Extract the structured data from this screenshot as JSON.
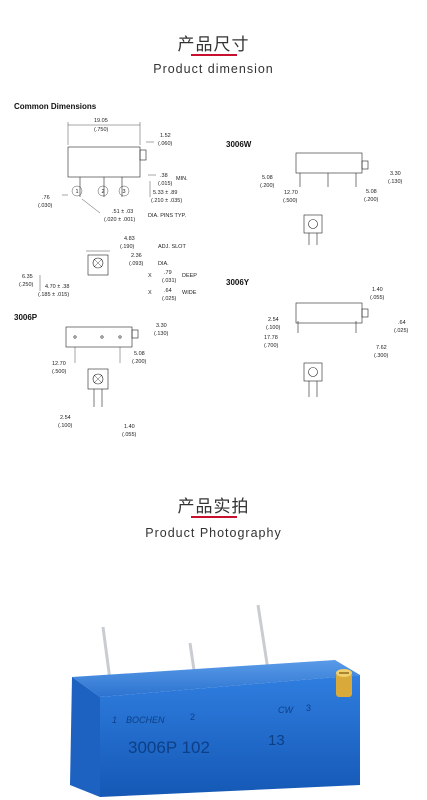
{
  "section1": {
    "title_cn": "产品尺寸",
    "title_en": "Product dimension"
  },
  "section2": {
    "title_cn": "产品实拍",
    "title_en": "Product Photography"
  },
  "diagram": {
    "common_dimensions": "Common Dimensions",
    "dim_19_05": "19.05",
    "dim_750": "(.750)",
    "dim_1_52": "1.52",
    "dim_060": "(.060)",
    "dim_38": ".38",
    "dim_min": "MIN.",
    "dim_015": "(.015)",
    "dim_5_33": "5.33 ± .89",
    "dim_210": "(.210 ± .035)",
    "dim_76": ".76",
    "dim_030": "(.030)",
    "dim_51": ".51 ± .03",
    "dim_020": "(.020 ± .001)",
    "dia_pins": "DIA. PINS TYP.",
    "pin1": "1",
    "pin2": "2",
    "pin3": "3",
    "dim_4_83": "4.83",
    "dim_190": "(.190)",
    "adj_slot": "ADJ. SLOT",
    "dim_2_36": "2.36",
    "dim_093": "(.093)",
    "dia": "DIA.",
    "x1": "X",
    "dim_79": ".79",
    "dim_031": "(.031)",
    "deep": "DEEP",
    "x2": "X",
    "dim_64": ".64",
    "dim_025": "(.025)",
    "wide": "WIDE",
    "dim_6_35": "6.35",
    "dim_250": "(.250)",
    "dim_4_70": "4.70 ± .38",
    "dim_185": "(.185 ± .015)",
    "model_w": "3006W",
    "w_5_08": "5.08",
    "w_200a": "(.200)",
    "w_3_30": "3.30",
    "w_130": "(.130)",
    "w_12_70": "12.70",
    "w_500": "(.500)",
    "w_5_08b": "5.08",
    "w_200b": "(.200)",
    "model_p": "3006P",
    "p_3_30": "3.30",
    "p_130": "(.130)",
    "p_5_08": "5.08",
    "p_200": "(.200)",
    "p_12_70": "12.70",
    "p_500": "(.500)",
    "p_2_54": "2.54",
    "p_100": "(.100)",
    "p_1_40": "1.40",
    "p_055": "(.055)",
    "model_y": "3006Y",
    "y_1_40": "1.40",
    "y_055": "(.055)",
    "y_2_54": "2.54",
    "y_100": "(.100)",
    "y_64": ".64",
    "y_025": "(.025)",
    "y_17_78": "17.78",
    "y_700": "(.700)",
    "y_7_62": "7.62",
    "y_300": "(.300)"
  },
  "photo": {
    "brand": "BOCHEN",
    "pin1_label": "1",
    "pin2_label": "2",
    "cw_label": "CW",
    "pin3_label": "3",
    "part_number": "3006P 102",
    "date_code": "13",
    "body_color": "#1a6fd0"
  }
}
